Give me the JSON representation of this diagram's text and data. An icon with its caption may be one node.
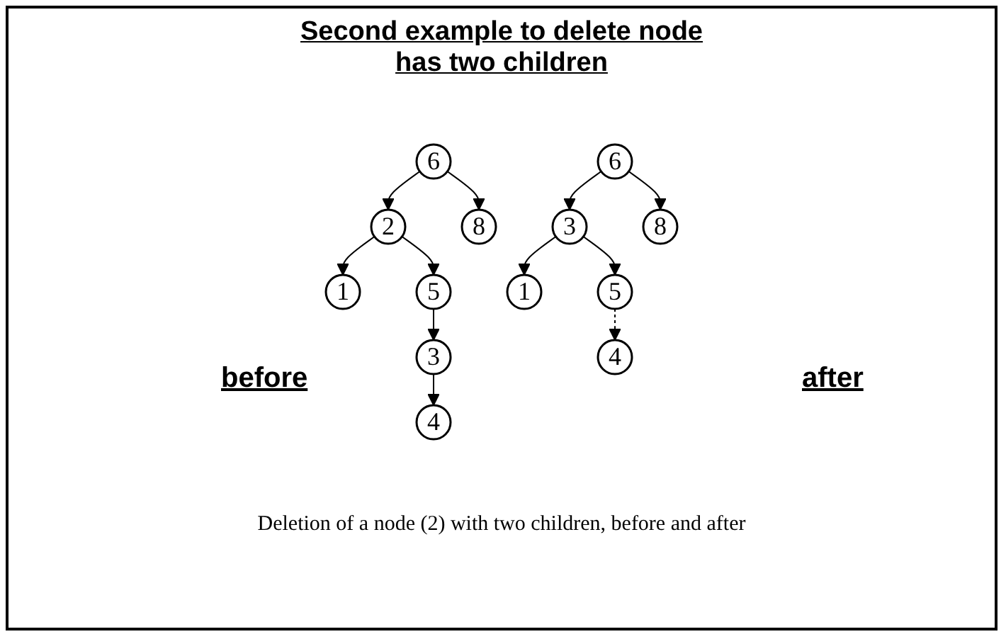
{
  "diagram": {
    "title": "Second example to delete node has two children",
    "nodes": [
      {
        "text": [
          "6"
        ]
      },
      {
        "text": [
          "2"
        ]
      },
      {
        "text": [
          "8"
        ]
      },
      {
        "text": [
          "1"
        ]
      },
      {
        "text": [
          "5"
        ]
      },
      {
        "text": [
          "3"
        ]
      },
      {
        "text": [
          "4"
        ]
      },
      {
        "text": [
          "6"
        ]
      },
      {
        "text": [
          "3"
        ]
      },
      {
        "text": [
          "8"
        ]
      },
      {
        "text": [
          "1"
        ]
      },
      {
        "text": [
          "5"
        ]
      },
      {
        "text": [
          "4"
        ]
      }
    ],
    "edges": [
      {
        "from": 0,
        "to": 1,
        "arrow": "to"
      },
      {
        "from": 0,
        "to": 2,
        "arrow": "to"
      },
      {
        "from": 1,
        "to": 3,
        "arrow": "to"
      },
      {
        "from": 1,
        "to": 4,
        "arrow": "to"
      },
      {
        "from": 4,
        "to": 5,
        "arrow": "to"
      },
      {
        "from": 5,
        "to": 6,
        "arrow": "to"
      },
      {
        "from": 7,
        "to": 8,
        "arrow": "to"
      },
      {
        "from": 7,
        "to": 9,
        "arrow": "to"
      },
      {
        "from": 8,
        "to": 10,
        "arrow": "to"
      },
      {
        "from": 8,
        "to": 11,
        "arrow": "to"
      },
      {
        "from": 11,
        "to": 12,
        "arrow": "to",
        "style": "dashed"
      }
    ],
    "labels": [
      "before",
      "after"
    ],
    "caption": "Deletion of a node (2) with two children, before and after"
  }
}
